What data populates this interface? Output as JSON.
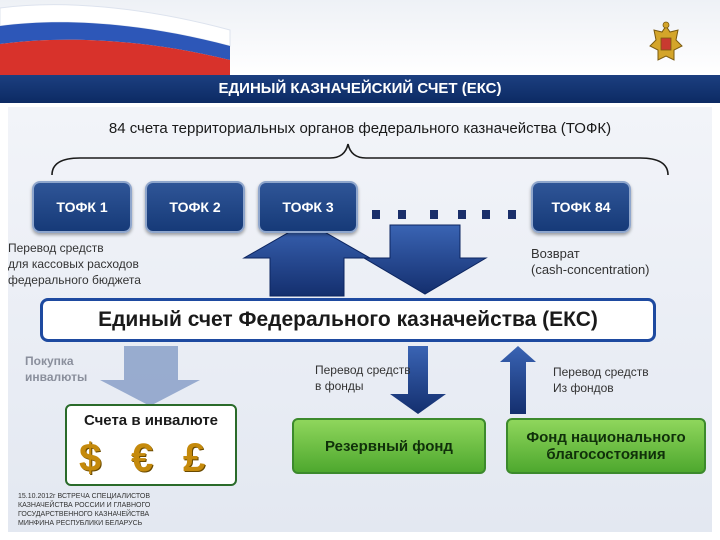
{
  "header": {
    "title": "ЕДИНЫЙ КАЗНАЧЕЙСКИЙ СЧЕТ (ЕКС)"
  },
  "subtitle": "84 счета территориальных органов федерального казначейства (ТОФК)",
  "tofk": [
    "ТОФК 1",
    "ТОФК 2",
    "ТОФК 3",
    "ТОФК 84"
  ],
  "ellipsis": "......",
  "notes": {
    "left": [
      "Перевод средств",
      "для кассовых расходов",
      "федерального бюджета"
    ],
    "right": [
      "Возврат",
      "(cash-concentration)"
    ],
    "purchase": [
      "Покупка",
      "инвалюты"
    ],
    "to_funds": [
      "Перевод средств",
      "в фонды"
    ],
    "from_funds": [
      "Перевод средств",
      "Из фондов"
    ]
  },
  "eks": "Единый счет Федерального казначейства (ЕКС)",
  "foreign": {
    "label": "Счета в инвалюте",
    "symbols": [
      "$",
      "€",
      "£"
    ]
  },
  "funds": {
    "reserve": "Резервный фонд",
    "national": [
      "Фонд национального",
      "благосостояния"
    ]
  },
  "footer": [
    "15.10.2012г ВСТРЕЧА СПЕЦИАЛИСТОВ",
    "КАЗНАЧЕЙСТВА РОССИИ И ГЛАВНОГО",
    "ГОСУДАРСТВЕННОГО КАЗНАЧЕЙСТВА",
    "МИНФИНА РЕСПУБЛИКИ БЕЛАРУСЬ"
  ],
  "colors": {
    "navy": "#163a78",
    "border_blue": "#1e4aa0",
    "green": "#4ea82e",
    "gold": "#c58a0c"
  }
}
